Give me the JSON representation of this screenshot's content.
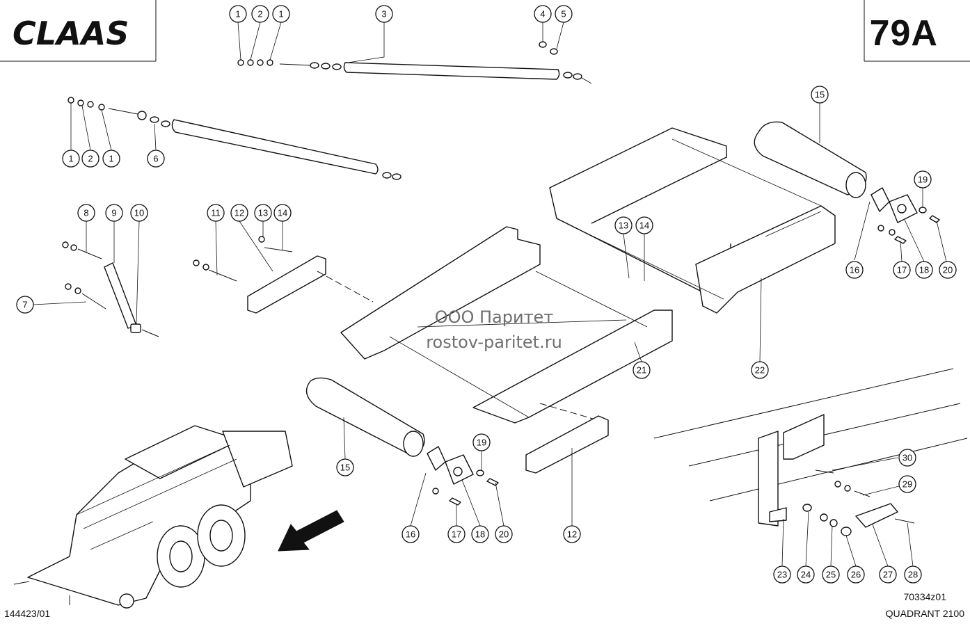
{
  "header": {
    "brand": "CLAAS",
    "page_number": "79A"
  },
  "watermark": {
    "company": "ООО Паритет",
    "site": "rostov-paritet.ru"
  },
  "footer": {
    "left_code": "144423/01",
    "drawing_code": "70334z01",
    "model": "QUADRANT 2100"
  },
  "callouts": [
    {
      "label": "1"
    },
    {
      "label": "2"
    },
    {
      "label": "1"
    },
    {
      "label": "3"
    },
    {
      "label": "4"
    },
    {
      "label": "5"
    },
    {
      "label": "1"
    },
    {
      "label": "2"
    },
    {
      "label": "1"
    },
    {
      "label": "6"
    },
    {
      "label": "15"
    },
    {
      "label": "19"
    },
    {
      "label": "16"
    },
    {
      "label": "17"
    },
    {
      "label": "18"
    },
    {
      "label": "20"
    },
    {
      "label": "8"
    },
    {
      "label": "9"
    },
    {
      "label": "10"
    },
    {
      "label": "7"
    },
    {
      "label": "11"
    },
    {
      "label": "12"
    },
    {
      "label": "13"
    },
    {
      "label": "14"
    },
    {
      "label": "13"
    },
    {
      "label": "14"
    },
    {
      "label": "21"
    },
    {
      "label": "22"
    },
    {
      "label": "15"
    },
    {
      "label": "19"
    },
    {
      "label": "16"
    },
    {
      "label": "17"
    },
    {
      "label": "18"
    },
    {
      "label": "20"
    },
    {
      "label": "12"
    },
    {
      "label": "30"
    },
    {
      "label": "29"
    },
    {
      "label": "23"
    },
    {
      "label": "24"
    },
    {
      "label": "25"
    },
    {
      "label": "26"
    },
    {
      "label": "27"
    },
    {
      "label": "28"
    }
  ]
}
